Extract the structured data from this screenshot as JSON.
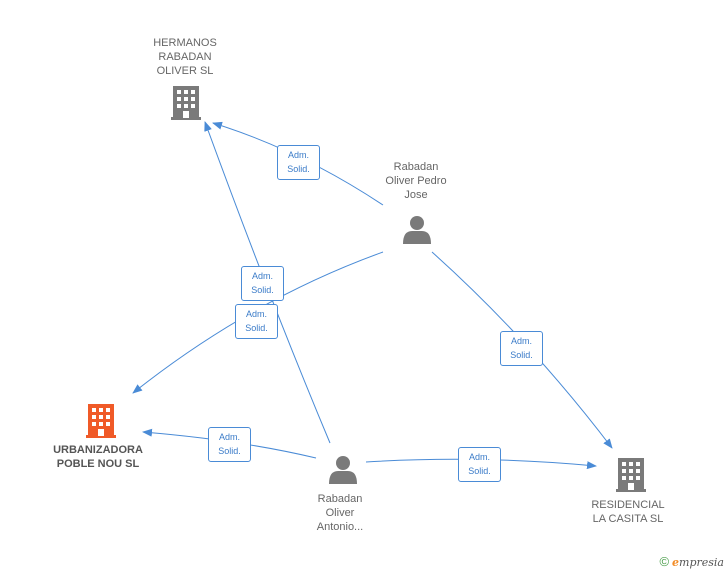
{
  "colors": {
    "edge": "#4a8bd6",
    "building": "#7a7a7a",
    "building_highlight": "#f05a28",
    "person": "#7a7a7a"
  },
  "nodes": {
    "hermanos": {
      "lines": [
        "HERMANOS",
        "RABADAN",
        "OLIVER SL"
      ],
      "icon": "building-icon"
    },
    "pedro": {
      "lines": [
        "Rabadan",
        "Oliver Pedro",
        "Jose"
      ],
      "icon": "person-icon"
    },
    "urbanizadora": {
      "lines": [
        "URBANIZADORA",
        "POBLE NOU SL"
      ],
      "icon": "building-icon"
    },
    "antonio": {
      "lines": [
        "Rabadan",
        "Oliver",
        "Antonio..."
      ],
      "icon": "person-icon"
    },
    "residencial": {
      "lines": [
        "RESIDENCIAL",
        "LA CASITA SL"
      ],
      "icon": "building-icon"
    }
  },
  "edges": [
    {
      "id": "pedro-hermanos",
      "label": [
        "Adm.",
        "Solid."
      ]
    },
    {
      "id": "antonio-hermanos",
      "label": [
        "Adm.",
        "Solid."
      ]
    },
    {
      "id": "pedro-urbanizadora",
      "label": [
        "Adm.",
        "Solid."
      ]
    },
    {
      "id": "pedro-residencial",
      "label": [
        "Adm.",
        "Solid."
      ]
    },
    {
      "id": "antonio-urbanizadora",
      "label": [
        "Adm.",
        "Solid."
      ]
    },
    {
      "id": "antonio-residencial",
      "label": [
        "Adm.",
        "Solid."
      ]
    }
  ],
  "footer": {
    "copyright": "©",
    "brand_first": "e",
    "brand_rest": "mpresia"
  }
}
